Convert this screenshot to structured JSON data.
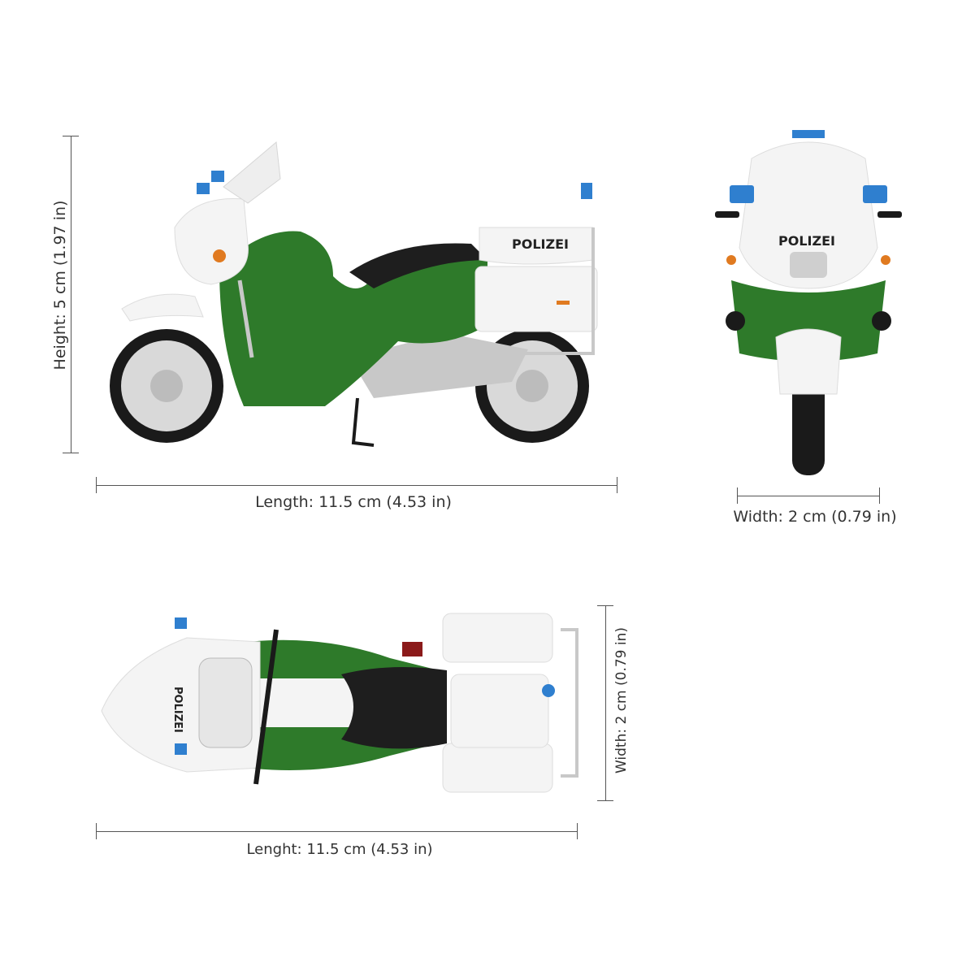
{
  "subject": "Police motorcycle model",
  "colors": {
    "body_green": "#2e7a2a",
    "fairing_white": "#f4f4f4",
    "light_blue": "#2f7fcf",
    "seat_black": "#1e1e1e",
    "chrome": "#c8c8c8",
    "indicator_orange": "#e07a20",
    "dimension_line": "#555555",
    "text": "#333333"
  },
  "side_view": {
    "decal_text": "POLIZEI",
    "height_label": "Height: 5 cm (1.97 in)",
    "length_label": "Length: 11.5 cm (4.53 in)"
  },
  "front_view": {
    "decal_text": "POLIZEI",
    "width_label": "Width: 2 cm (0.79 in)"
  },
  "top_view": {
    "decal_text": "POLIZEI",
    "width_label": "Width: 2 cm (0.79 in)",
    "length_label": "Lenght: 11.5 cm (4.53 in)"
  }
}
